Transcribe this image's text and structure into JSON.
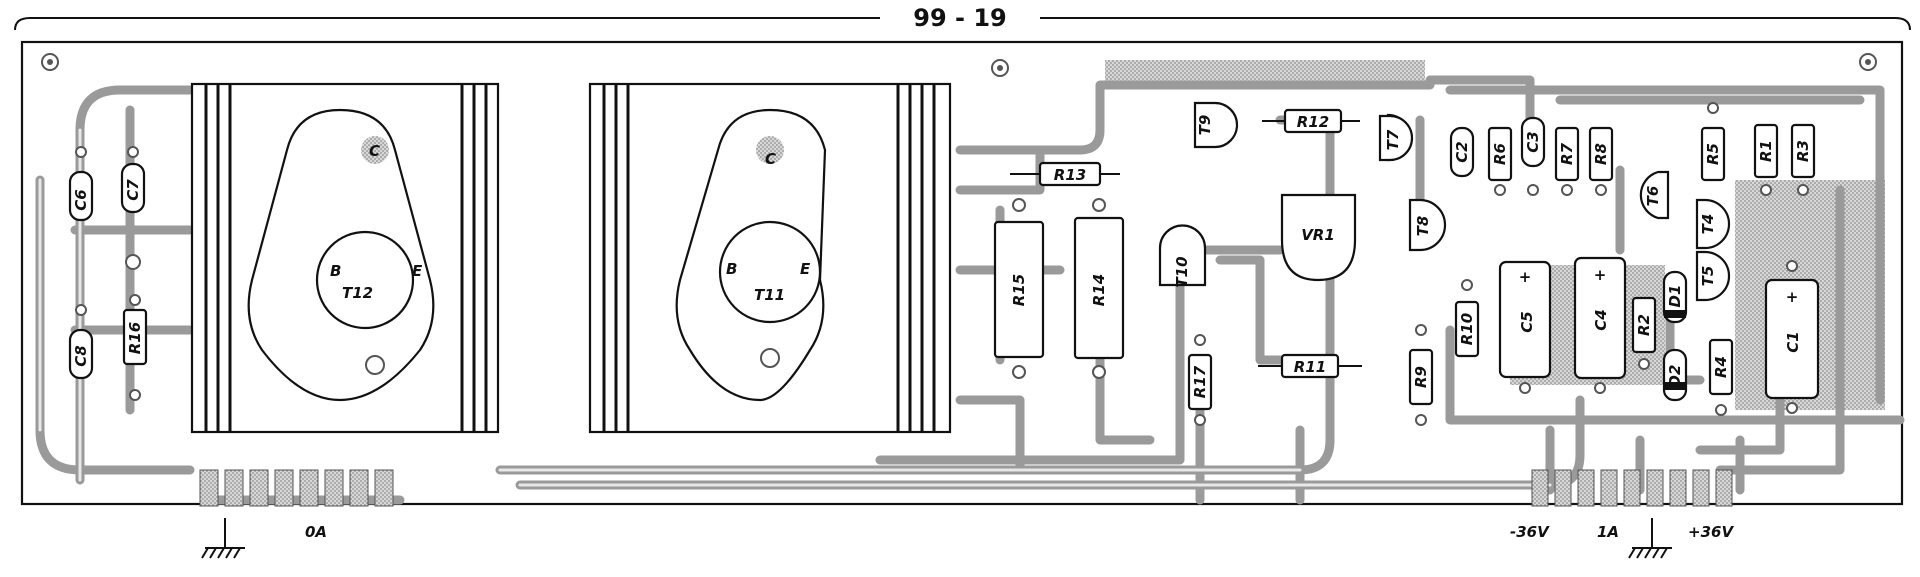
{
  "title": "99 - 19",
  "footer": {
    "label_0a": "0A",
    "label_minus36": "-36V",
    "label_1a": "1A",
    "label_plus36": "+36V"
  },
  "colors": {
    "ink": "#111111",
    "trace": "#9a9a9a",
    "copper_fill": "#cfcfcf",
    "paper": "#ffffff"
  },
  "transistors_power": [
    {
      "name": "T12",
      "pins": [
        "C",
        "B",
        "E"
      ]
    },
    {
      "name": "T11",
      "pins": [
        "C",
        "B",
        "E"
      ]
    }
  ],
  "resistors": [
    "R1",
    "R2",
    "R3",
    "R4",
    "R5",
    "R6",
    "R7",
    "R8",
    "R9",
    "R10",
    "R11",
    "R12",
    "R13",
    "R14",
    "R15",
    "R16",
    "R17"
  ],
  "capacitors": [
    "C1",
    "C2",
    "C3",
    "C4",
    "C5",
    "C6",
    "C7",
    "C8"
  ],
  "small_transistors": [
    "T4",
    "T5",
    "T6",
    "T7",
    "T8",
    "T9",
    "T10"
  ],
  "diodes": [
    "D1",
    "D2"
  ],
  "trimmer": "VR1"
}
